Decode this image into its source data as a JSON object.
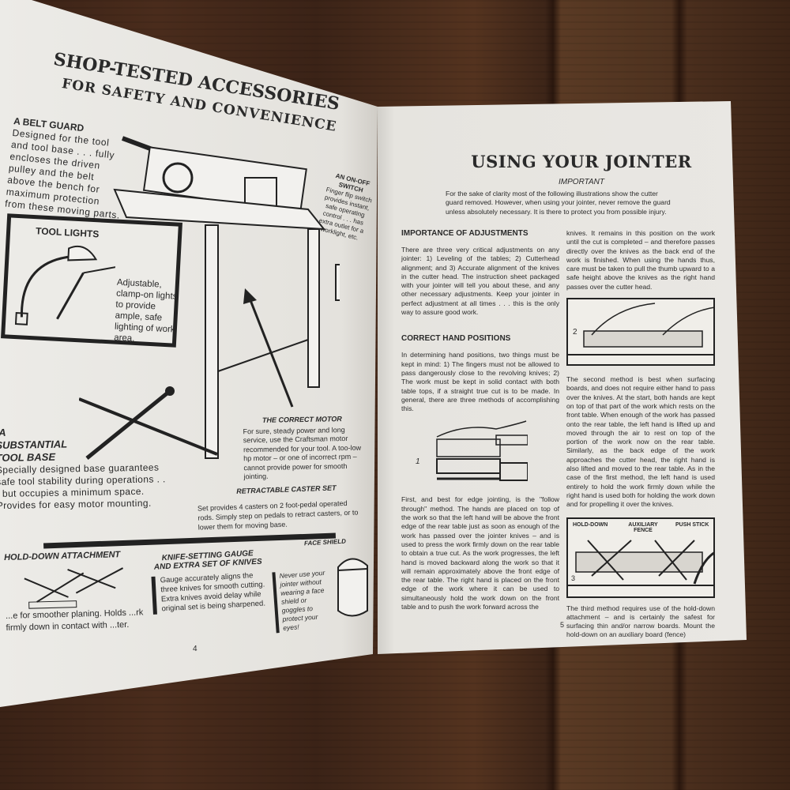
{
  "left_page": {
    "title_line1": "SHOP-TESTED ACCESSORIES",
    "title_line2": "FOR SAFETY AND CONVENIENCE",
    "belt_guard": {
      "heading": "A BELT GUARD",
      "text": "Designed for the tool and tool base . . . fully encloses the driven pulley and the belt above the bench for maximum protection from these moving parts."
    },
    "on_off_switch": {
      "heading": "AN ON-OFF SWITCH",
      "text": "Finger flip switch provides instant, safe operating control . . . has extra outlet for a worklight, etc."
    },
    "tool_lights": {
      "heading": "TOOL LIGHTS",
      "text": "Adjustable, clamp-on lights to provide ample, safe lighting of work area."
    },
    "tool_base": {
      "heading_line1": "A",
      "heading_line2": "SUBSTANTIAL",
      "heading_line3": "TOOL BASE",
      "text": "Specially designed base guarantees safe tool stability during operations . . . but occupies a minimum space. Provides for easy motor mounting."
    },
    "correct_motor": {
      "heading": "THE CORRECT MOTOR",
      "text": "For sure, steady power and long service, use the Craftsman motor recommended for your tool. A too-low hp motor – or one of incorrect rpm – cannot provide power for smooth jointing."
    },
    "caster_set": {
      "heading": "RETRACTABLE CASTER SET",
      "text": "Set provides 4 casters on 2 foot-pedal operated rods. Simply step on pedals to retract casters, or to lower them for moving base."
    },
    "hold_down": {
      "heading": "HOLD-DOWN ATTACHMENT",
      "text": "...e for smoother planing. Holds ...rk firmly down in contact with ...ter."
    },
    "knife_gauge": {
      "heading_line1": "KNIFE-SETTING GAUGE",
      "heading_line2": "AND EXTRA SET OF KNIVES",
      "text": "Gauge accurately aligns the three knives for smooth cutting. Extra knives avoid delay while original set is being sharpened."
    },
    "face_shield": {
      "heading": "FACE SHIELD",
      "text": "Never use your jointer without wearing a face shield or goggles to protect your eyes!"
    },
    "page_number": "4"
  },
  "right_page": {
    "title": "USING YOUR JOINTER",
    "important_label": "IMPORTANT",
    "important_text": "For the sake of clarity most of the following illustrations show the cutter guard removed. However, when using your jointer, never remove the guard unless absolutely necessary. It is there to protect you from possible injury.",
    "adjustments": {
      "heading": "IMPORTANCE OF ADJUSTMENTS",
      "text": "There are three very critical adjustments on any jointer: 1) Leveling of the tables; 2) Cutterhead alignment; and 3) Accurate alignment of the knives in the cutter head. The instruction sheet packaged with your jointer will tell you about these, and any other necessary adjustments. Keep your jointer in perfect adjustment at all times . . . this is the only way to assure good work."
    },
    "hand_positions": {
      "heading": "CORRECT HAND POSITIONS",
      "text": "In determining hand positions, two things must be kept in mind: 1) The fingers must not be allowed to pass dangerously close to the revolving knives; 2) The work must be kept in solid contact with both table tops, if a straight true cut is to be made. In general, there are three methods of accomplishing this."
    },
    "figure1_label": "1",
    "method1_text": "First, and best for edge jointing, is the \"follow through\" method. The hands are placed on top of the work so that the left hand will be above the front edge of the rear table just as soon as enough of the work has passed over the jointer knives – and is used to press the work firmly down on the rear table to obtain a true cut. As the work progresses, the left hand is moved backward along the work so that it will remain approximately above the front edge of the rear table. The right hand is placed on the front edge of the work where it can be used to simultaneously hold the work down on the front table and to push the work forward across the",
    "col2_top_text": "knives. It remains in this position on the work until the cut is completed – and therefore passes directly over the knives as the back end of the work is finished. When using the hands thus, care must be taken to pull the thumb upward to a safe height above the knives as the right hand passes over the cutter head.",
    "figure2_label": "2",
    "method2_text": "The second method is best when surfacing boards, and does not require either hand to pass over the knives. At the start, both hands are kept on top of that part of the work which rests on the front table. When enough of the work has passed onto the rear table, the left hand is lifted up and moved through the air to rest on top of the portion of the work now on the rear table. Similarly, as the back edge of the work approaches the cutter head, the right hand is also lifted and moved to the rear table. As in the case of the first method, the left hand is used entirely to hold the work firmly down while the right hand is used both for holding the work down and for propelling it over the knives.",
    "figure3": {
      "label": "3",
      "callout_hold_down": "HOLD-DOWN",
      "callout_fence": "AUXILIARY FENCE",
      "callout_push_stick": "PUSH STICK"
    },
    "method3_text": "The third method requires use of the hold-down attachment – and is certainly the safest for surfacing thin and/or narrow boards. Mount the hold-down on an auxiliary board (fence)",
    "page_number": "5"
  }
}
